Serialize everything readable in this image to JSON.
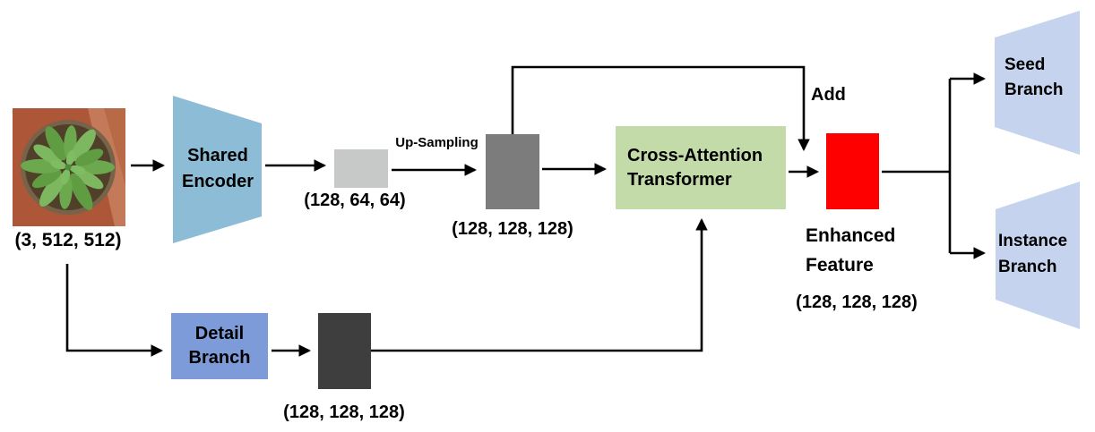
{
  "figure": {
    "type": "architecture-diagram",
    "nodes": {
      "input_image": {
        "icon": "potted-plant-photo",
        "caption": "(3, 512, 512)"
      },
      "shared_encoder": {
        "label": "Shared\nEncoder",
        "shape": "trapezoid",
        "color": "#8CBCD6"
      },
      "encoder_feature": {
        "caption": "(128, 64, 64)",
        "color": "#C7C9C9"
      },
      "upsampled_feature": {
        "caption": "(128, 128, 128)",
        "color": "#7C7C7C"
      },
      "cross_attention": {
        "label": "Cross-Attention\nTransformer",
        "color": "#C3DBA8"
      },
      "enhanced_feature": {
        "label": "Enhanced\nFeature",
        "caption": "(128, 128, 128)",
        "color": "#FE0000"
      },
      "seed_branch": {
        "label": "Seed\nBranch",
        "shape": "trapezoid",
        "color": "#C5D3EE"
      },
      "instance_branch": {
        "label": "Instance\nBranch",
        "shape": "trapezoid",
        "color": "#C5D3EE"
      },
      "detail_branch": {
        "label": "Detail\nBranch",
        "color": "#7D9BD9"
      },
      "detail_feature": {
        "caption": "(128, 128, 128)",
        "color": "#3E3E3E"
      }
    },
    "edge_labels": {
      "upsampling": "Up-Sampling",
      "add": "Add"
    }
  }
}
